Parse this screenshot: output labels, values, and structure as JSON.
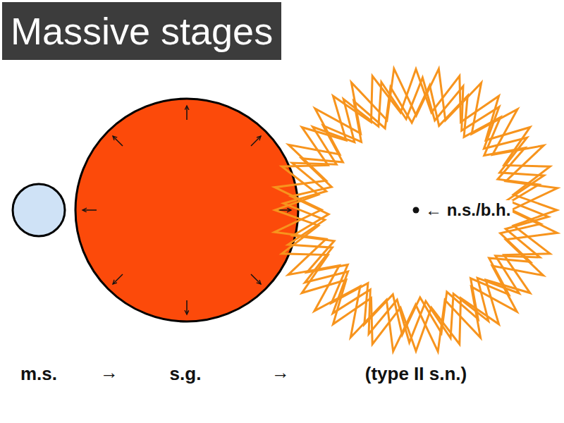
{
  "diagram": {
    "title": "Massive stages",
    "nodes": [
      {
        "text": [
          "← n.s./b.h."
        ]
      }
    ],
    "labels": [
      "m.s.",
      "→",
      "s.g.",
      "→",
      "(type II s.n.)"
    ]
  }
}
